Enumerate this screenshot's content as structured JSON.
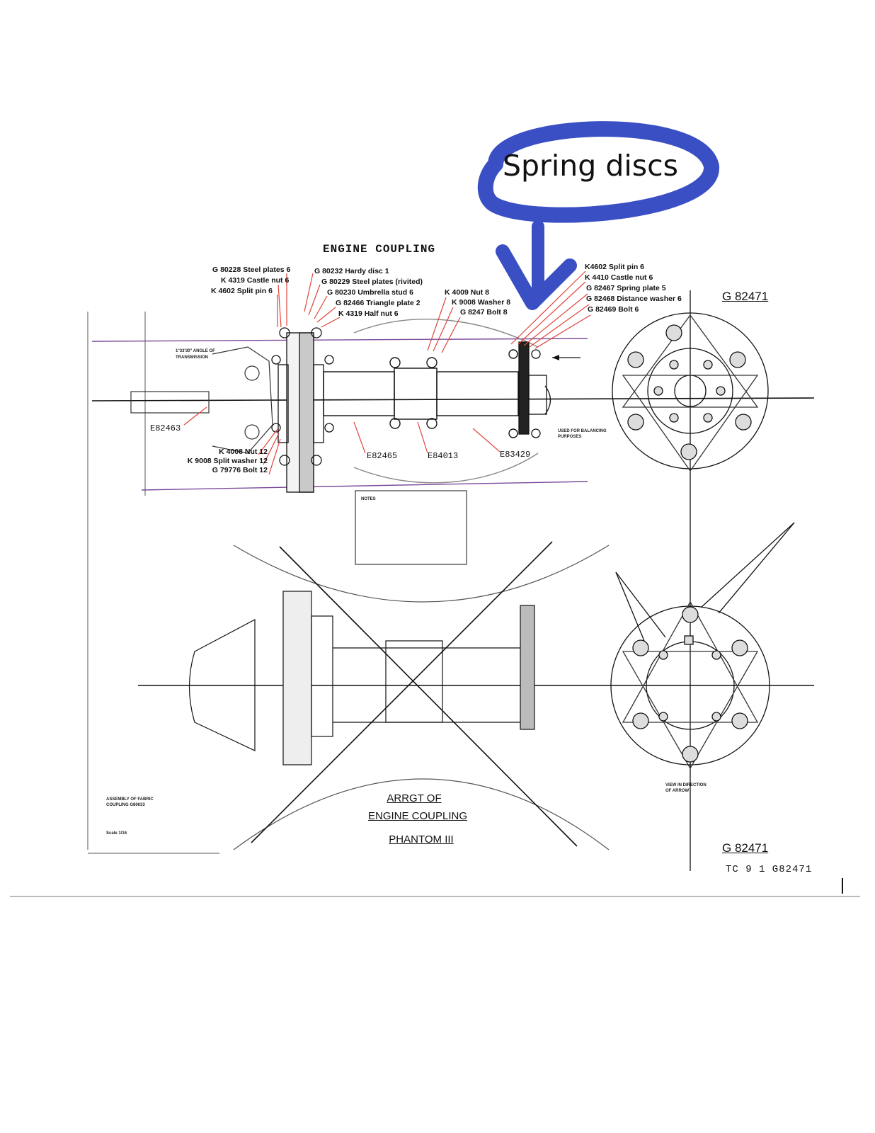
{
  "annotation": {
    "text": "Spring discs",
    "color": "#3b4fc4"
  },
  "title": "ENGINE COUPLING",
  "drawing_number_top": "G 82471",
  "drawing_number_bottom": "G 82471",
  "footer_ref": "TC 9 1 G82471",
  "labels_left": [
    "G 80228 Steel plates 6",
    "K 4319 Castle nut 6",
    "K 4602 Split pin 6"
  ],
  "labels_center": [
    "G 80232 Hardy disc 1",
    "G 80229 Steel plates (rivited)",
    "G 80230 Umbrella stud 6",
    "G 82466 Triangle plate 2",
    "K 4319 Half nut 6"
  ],
  "labels_mid": [
    "K 4009 Nut 8",
    "K 9008 Washer 8",
    "G 8247 Bolt 8"
  ],
  "labels_right": [
    "K4602 Split pin 6",
    "K 4410 Castle nut 6",
    "G 82467 Spring plate 5",
    "G 82468 Distance washer 6",
    "G 82469 Bolt 6"
  ],
  "labels_bottom_left": [
    "K 4008 Nut 12",
    "K 9008 Split washer 12",
    "G 79776 Bolt 12"
  ],
  "part_codes": {
    "e82463": "E82463",
    "e82465": "E82465",
    "e84013": "E84013",
    "e83429": "E83429"
  },
  "balancing_note": "USED FOR BALANCING PURPOSES",
  "transmission_note": "1°33'30\" ANGLE OF TRANSMISSION",
  "scale_note": "Scale 1/16",
  "assembly_note": "ASSEMBLY OF FABRIC COUPLING G80633",
  "drawing_title": [
    "ARRGT OF",
    "ENGINE COUPLING",
    "PHANTOM III"
  ],
  "direction_note": "VIEW IN DIRECTION OF ARROW",
  "notes_title": "NOTES"
}
